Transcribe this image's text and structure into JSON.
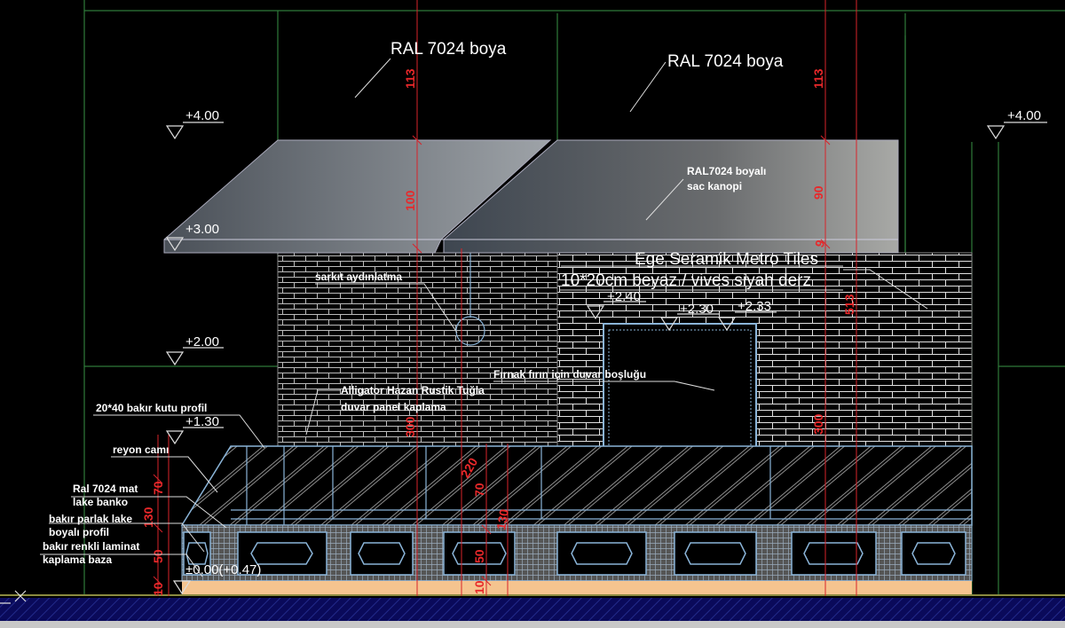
{
  "drawing": {
    "paint_notes": [
      "RAL  7024 boya",
      "RAL  7024 boya"
    ],
    "canopy_note": [
      "RAL7024 boyalı",
      "sac kanopi"
    ],
    "tiles_note": [
      "Ege Seramik Metro Tiles",
      "10*20cm beyaz / vives siyah derz"
    ],
    "pendant_note": "sarkıt aydınlatma",
    "oven_note": "Fırnak fırın için duvar boşluğu",
    "brick_note": [
      "Alligator Hazan Rustik Tuğla",
      "duvar panel kaplama"
    ],
    "profile_note": "20*40 bakır kutu profil",
    "glass_note": "reyon camı",
    "counter_note": [
      "Ral 7024 mat",
      "lake banko"
    ],
    "copper_profile_note": [
      "bakır parlak lake",
      "boyalı profil"
    ],
    "base_note": [
      "bakır renkli laminat",
      "kaplama baza"
    ],
    "levels": {
      "l400_left": "+4.00",
      "l400_right": "+4.00",
      "l300": "+3.00",
      "l240": "+2.40",
      "l230": "+2.30",
      "l233": "+2.33",
      "l200": "+2.00",
      "l130": "+1.30",
      "l000": "±0.00(+0.47)"
    },
    "dimensions": {
      "d113a": "113",
      "d100": "100",
      "d300a": "300",
      "d220": "220",
      "d70a": "70",
      "d130a": "130",
      "d50a": "50",
      "d10a": "10",
      "d113b": "113",
      "d90": "90",
      "d9": "9",
      "d513": "513",
      "d300b": "300",
      "d70b": "70",
      "d130b": "130",
      "d50b": "50",
      "d10b": "10"
    }
  },
  "colors": {
    "background": "#000000",
    "dimension": "#d8232a",
    "grid": "#2f7a3a",
    "base": "#f5c48f"
  }
}
